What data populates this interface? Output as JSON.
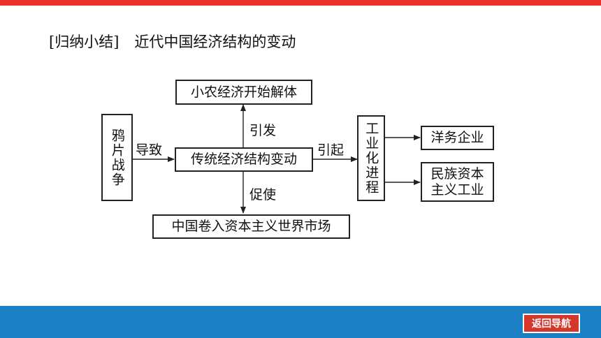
{
  "title": {
    "tag": "[归纳小结]",
    "text": "近代中国经济结构的变动"
  },
  "diagram": {
    "nodes": {
      "opium_war": "鸦片战争",
      "small_farmer": "小农经济开始解体",
      "traditional": "传统经济结构变动",
      "world_market": "中国卷入资本主义世界市场",
      "industrialization": "工业化进程",
      "westernization": "洋务企业",
      "national_line1": "民族资本",
      "national_line2": "主义工业"
    },
    "labels": {
      "lead_to": "导致",
      "trigger": "引发",
      "prompt": "促使",
      "cause": "引起"
    }
  },
  "nav": {
    "back_label": "返回导航"
  }
}
